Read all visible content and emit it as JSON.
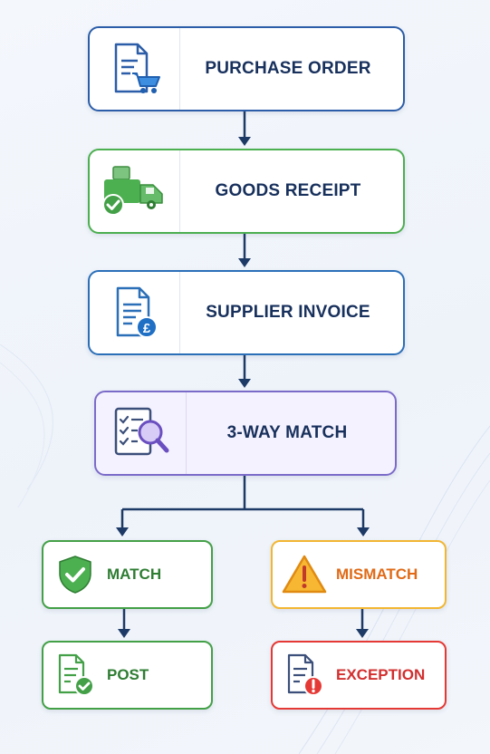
{
  "steps": {
    "purchase_order": "PURCHASE ORDER",
    "goods_receipt": "GOODS RECEIPT",
    "supplier_invoice": "SUPPLIER INVOICE",
    "three_way_match": "3-WAY MATCH"
  },
  "outcomes": {
    "match": "MATCH",
    "mismatch": "MISMATCH",
    "post": "POST",
    "exception": "EXCEPTION"
  },
  "icons": {
    "purchase_order": "document-cart-icon",
    "goods_receipt": "delivery-truck-check-icon",
    "supplier_invoice": "invoice-pound-icon",
    "three_way_match": "checklist-magnifier-icon",
    "match": "shield-check-icon",
    "mismatch": "warning-triangle-icon",
    "post": "document-check-icon",
    "exception": "document-error-icon"
  },
  "colors": {
    "heading_text": "#17305c",
    "connector": "#1d3a66",
    "success": "#43a047",
    "warning": "#f2b632",
    "error": "#e53935",
    "match_panel": "#7b6bc9",
    "document_blue": "#2b5da8"
  }
}
